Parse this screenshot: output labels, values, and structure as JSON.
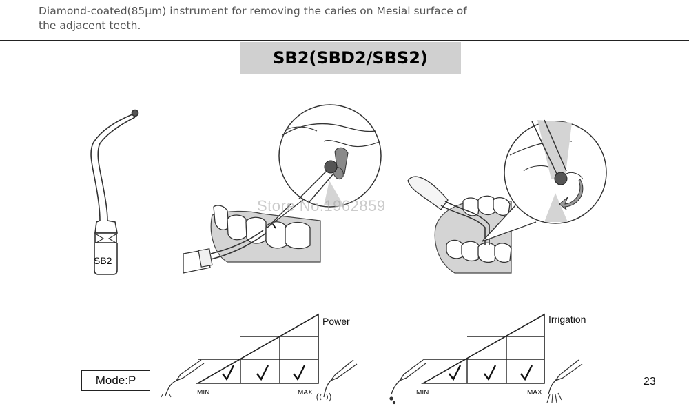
{
  "header": {
    "description": "Diamond-coated(85μm) instrument for removing the caries on Mesial surface of the adjacent teeth."
  },
  "title": "SB2(SBD2/SBS2)",
  "tip_label": "SB2",
  "watermark": "Store No.1962859",
  "mode": "Mode:P",
  "page_number": "23",
  "power_scale": {
    "label": "Power",
    "min_label": "MIN",
    "max_label": "MAX",
    "checked_levels": 3
  },
  "irrigation_scale": {
    "label": "Irrigation",
    "min_label": "MIN",
    "max_label": "MAX",
    "checked_levels": 3
  },
  "icons": {
    "check": "checkmark-icon",
    "handpiece": "handpiece-icon"
  }
}
